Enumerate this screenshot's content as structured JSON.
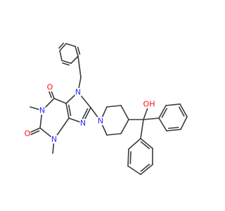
{
  "colors": {
    "background": "#ffffff",
    "carbon_bond": "#3b3b3b",
    "nitrogen": "#2a2aff",
    "oxygen": "#ff0d0d"
  },
  "molecule": {
    "atom_labels": {
      "n1": "N",
      "n3": "N",
      "n7": "N",
      "n9": "N",
      "n_pip": "N",
      "o6": "O",
      "o2": "O",
      "oh": "OH"
    },
    "atom_elements": {
      "n1": "nitrogen",
      "n3": "nitrogen",
      "n7": "nitrogen",
      "n9": "nitrogen",
      "n_pip": "nitrogen",
      "o6": "oxygen",
      "o2": "oxygen",
      "oh": "oxygen"
    }
  }
}
